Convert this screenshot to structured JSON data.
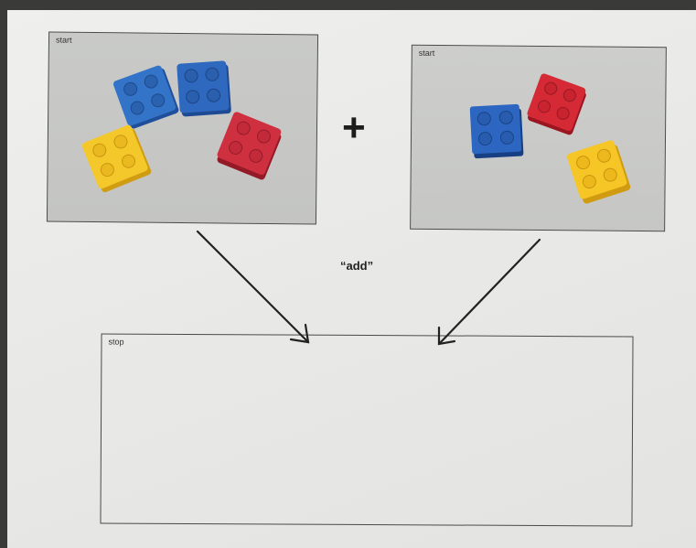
{
  "start_left": {
    "label": "start"
  },
  "start_right": {
    "label": "start"
  },
  "stop": {
    "label": "stop"
  },
  "operator": "+",
  "operation": "“add”",
  "colors": {
    "blue": "#2f6fc4",
    "red": "#c9283a",
    "yellow": "#f0c01e"
  }
}
